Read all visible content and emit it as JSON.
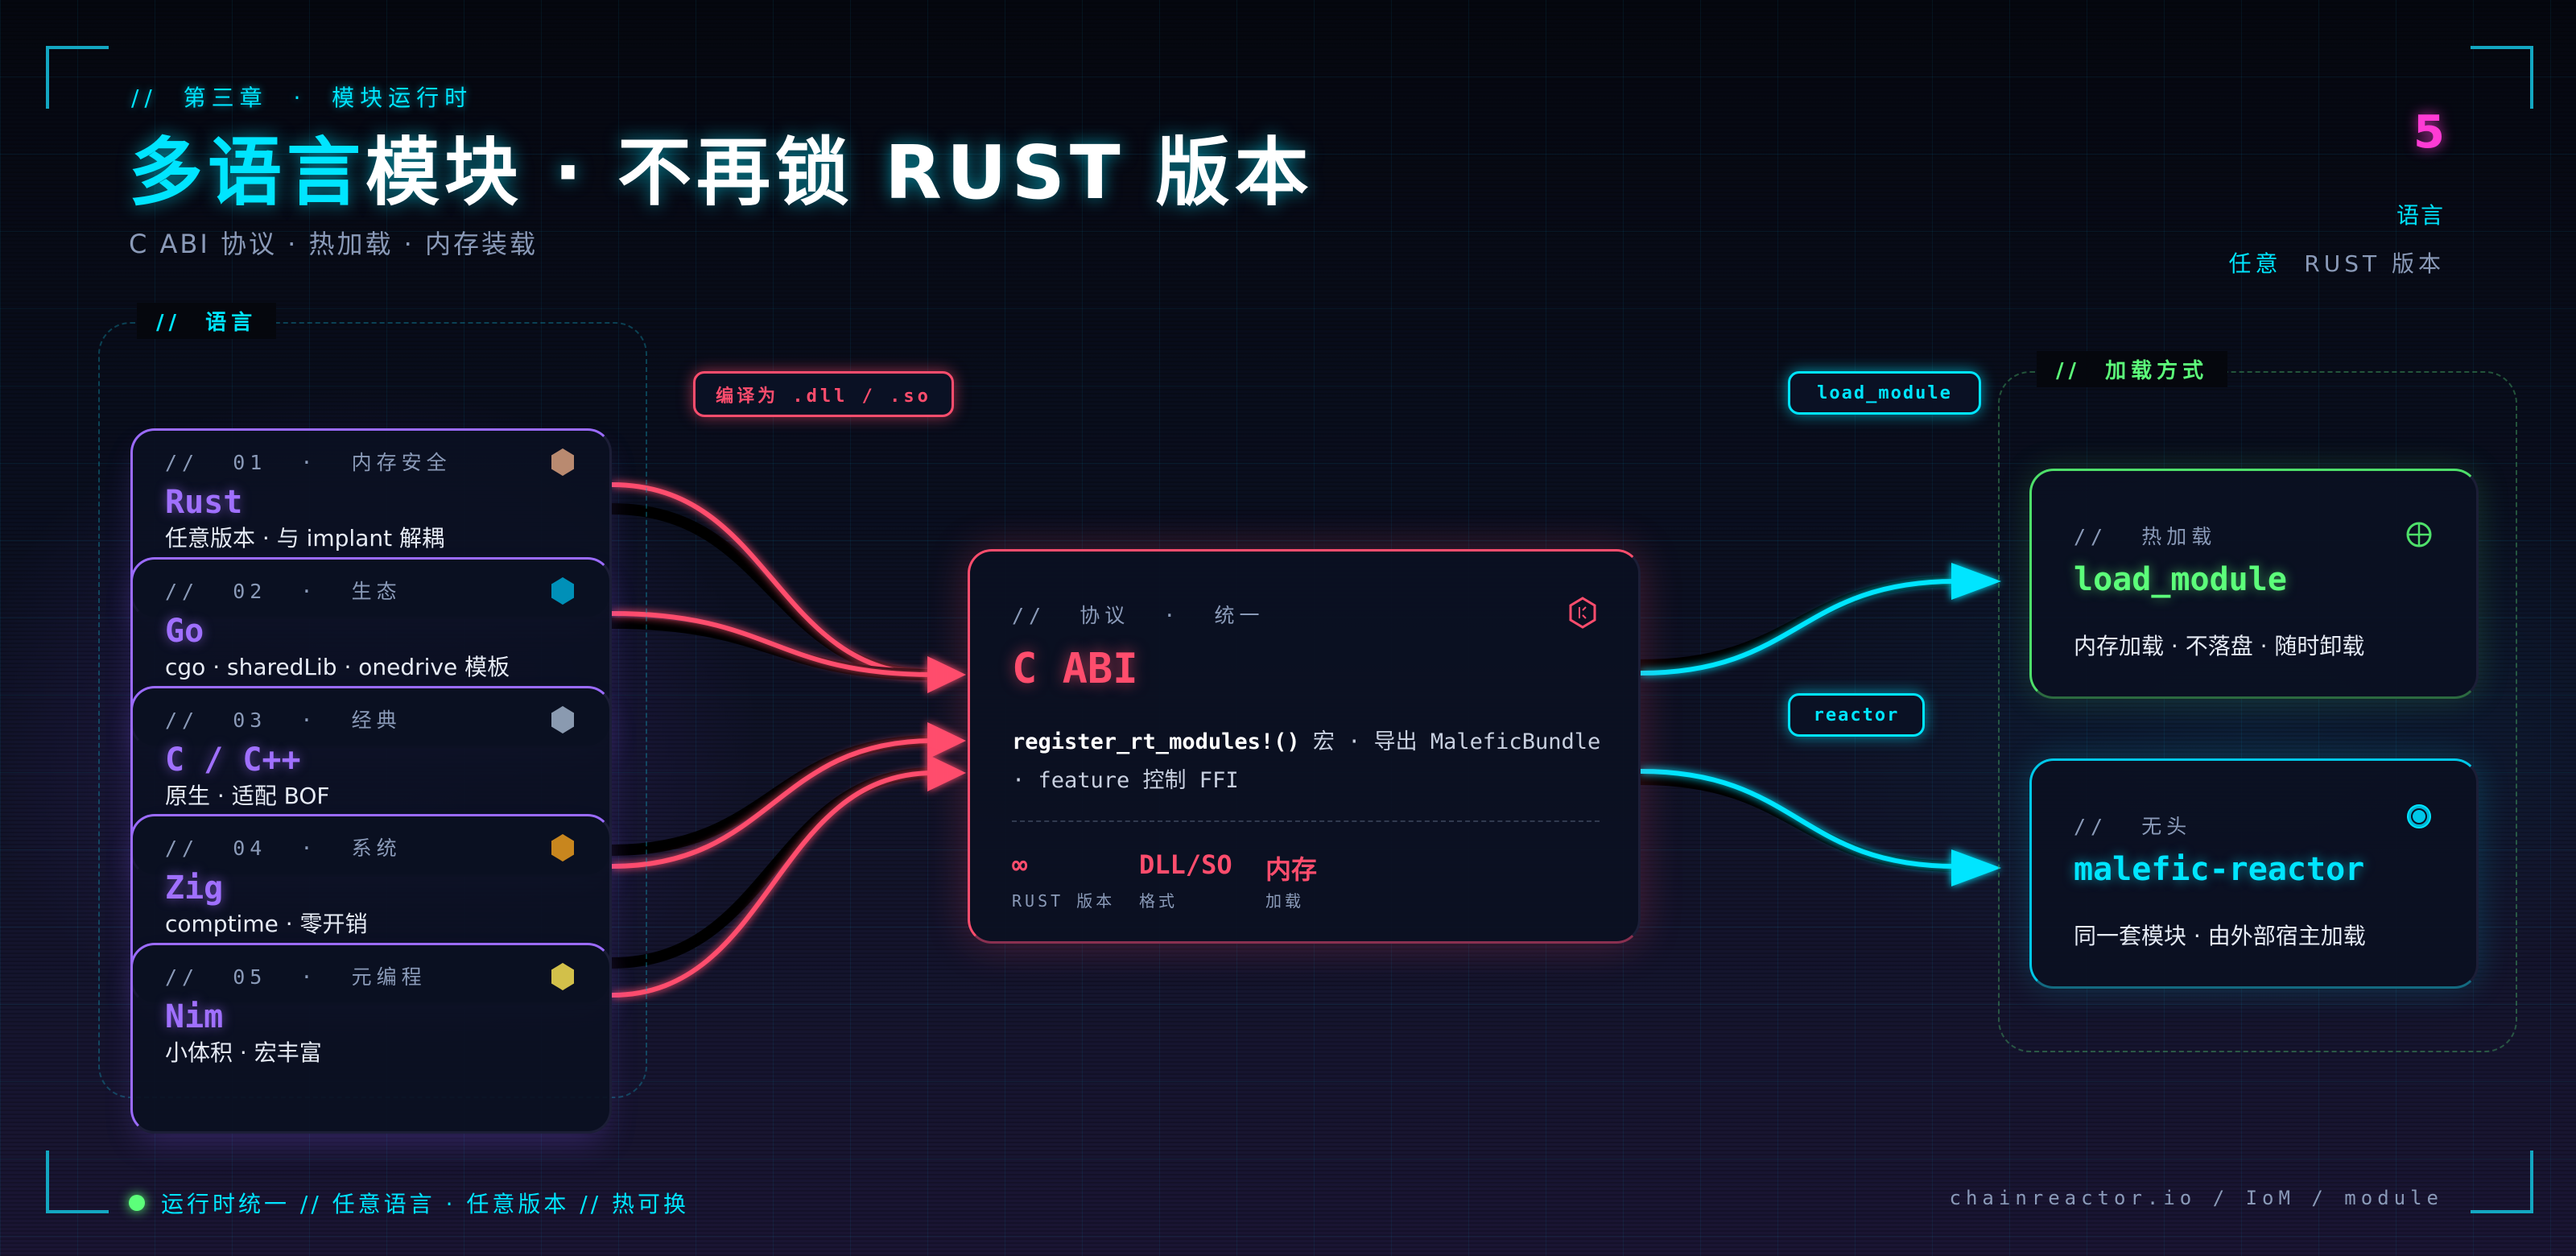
{
  "header": {
    "eyebrow": "//  第三章  ·  模块运行时",
    "title_highlight": "多语言",
    "title_rest": "模块 · 不再锁 RUST 版本",
    "subtitle": "C ABI 协议 · 热加载 · 内存装载"
  },
  "stat": {
    "number": "5",
    "label": "语言",
    "sub_highlight": "任意",
    "sub_rest": "  RUST 版本"
  },
  "languages_panel": {
    "label": "//  语言",
    "cards": [
      {
        "label": "//  01  ·  内存安全",
        "name": "Rust",
        "desc": "任意版本 · 与 implant 解耦",
        "icon": "hexagon-icon",
        "color": "#b98a70"
      },
      {
        "label": "//  02  ·  生态",
        "name": "Go",
        "desc": "cgo · sharedLib · onedrive 模板",
        "icon": "hexagon-icon",
        "color": "#0090b8"
      },
      {
        "label": "//  03  ·  经典",
        "name": "C / C++",
        "desc": "原生 · 适配 BOF",
        "icon": "hexagon-icon",
        "color": "#8a9ab0"
      },
      {
        "label": "//  04  ·  系统",
        "name": "Zig",
        "desc": "comptime · 零开销",
        "icon": "hexagon-icon",
        "color": "#c8861e"
      },
      {
        "label": "//  05  ·  元编程",
        "name": "Nim",
        "desc": "小体积 · 宏丰富",
        "icon": "hexagon-icon",
        "color": "#d2c04a"
      }
    ]
  },
  "compile_tag": "编译为 .dll / .so",
  "abi_card": {
    "label": "//  协议  ·  统一",
    "title": "C ABI",
    "desc_code": "register_rt_modules!()",
    "desc_line1_rest": " 宏 · 导出 MaleficBundle",
    "desc_line2": "· feature 控制 FFI",
    "icon": "hexagon-chip-icon",
    "stats": [
      {
        "value": "∞",
        "label": "RUST 版本"
      },
      {
        "value": "DLL/SO",
        "label": "格式"
      },
      {
        "value": "内存",
        "label": "加载"
      }
    ]
  },
  "edge_tags": {
    "load": "load_module",
    "reactor": "reactor"
  },
  "loading_panel": {
    "label": "//  加载方式",
    "cards": [
      {
        "label": "//  热加载",
        "name": "load_module",
        "desc": "内存加载 · 不落盘 · 随时卸载",
        "icon": "crosshair-icon"
      },
      {
        "label": "//  无头",
        "name": "malefic-reactor",
        "desc": "同一套模块 · 由外部宿主加载",
        "icon": "target-dot-icon"
      }
    ]
  },
  "footer": {
    "left": "运行时统一 // 任意语言 · 任意版本 // 热可换",
    "right": "chainreactor.io / IoM / module"
  },
  "colors": {
    "cyan": "#00e5ff",
    "pink": "#ff4d6d",
    "purple": "#a070ff",
    "green": "#5cff7a",
    "magenta": "#ff3bd4"
  }
}
